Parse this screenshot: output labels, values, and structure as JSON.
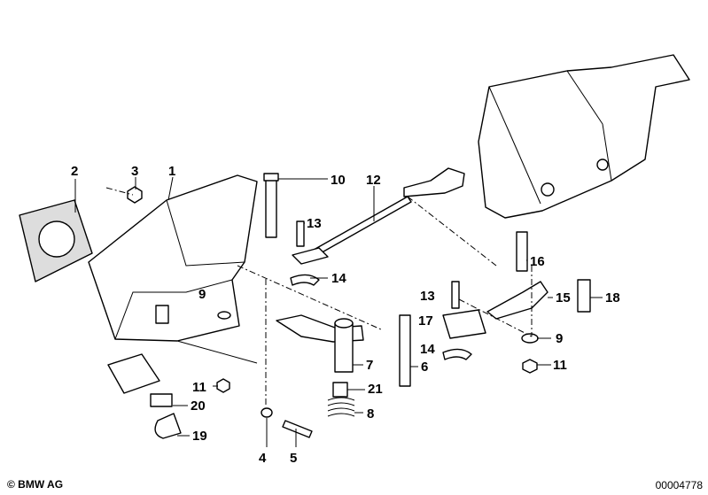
{
  "diagram": {
    "callouts": [
      {
        "id": "c2",
        "label": "2"
      },
      {
        "id": "c3",
        "label": "3"
      },
      {
        "id": "c1",
        "label": "1"
      },
      {
        "id": "c10",
        "label": "10"
      },
      {
        "id": "c12",
        "label": "12"
      },
      {
        "id": "c13a",
        "label": "13"
      },
      {
        "id": "c16",
        "label": "16"
      },
      {
        "id": "c14a",
        "label": "14"
      },
      {
        "id": "c9a",
        "label": "9"
      },
      {
        "id": "c15",
        "label": "15"
      },
      {
        "id": "c18",
        "label": "18"
      },
      {
        "id": "c13b",
        "label": "13"
      },
      {
        "id": "c17",
        "label": "17"
      },
      {
        "id": "c9b",
        "label": "9"
      },
      {
        "id": "c14b",
        "label": "14"
      },
      {
        "id": "c7",
        "label": "7"
      },
      {
        "id": "c6",
        "label": "6"
      },
      {
        "id": "c11b",
        "label": "11"
      },
      {
        "id": "c11a",
        "label": "11"
      },
      {
        "id": "c21",
        "label": "21"
      },
      {
        "id": "c20",
        "label": "20"
      },
      {
        "id": "c8",
        "label": "8"
      },
      {
        "id": "c19",
        "label": "19"
      },
      {
        "id": "c4",
        "label": "4"
      },
      {
        "id": "c5",
        "label": "5"
      }
    ]
  },
  "footer": {
    "copyright": "© BMW AG",
    "document_number": "00004778"
  }
}
